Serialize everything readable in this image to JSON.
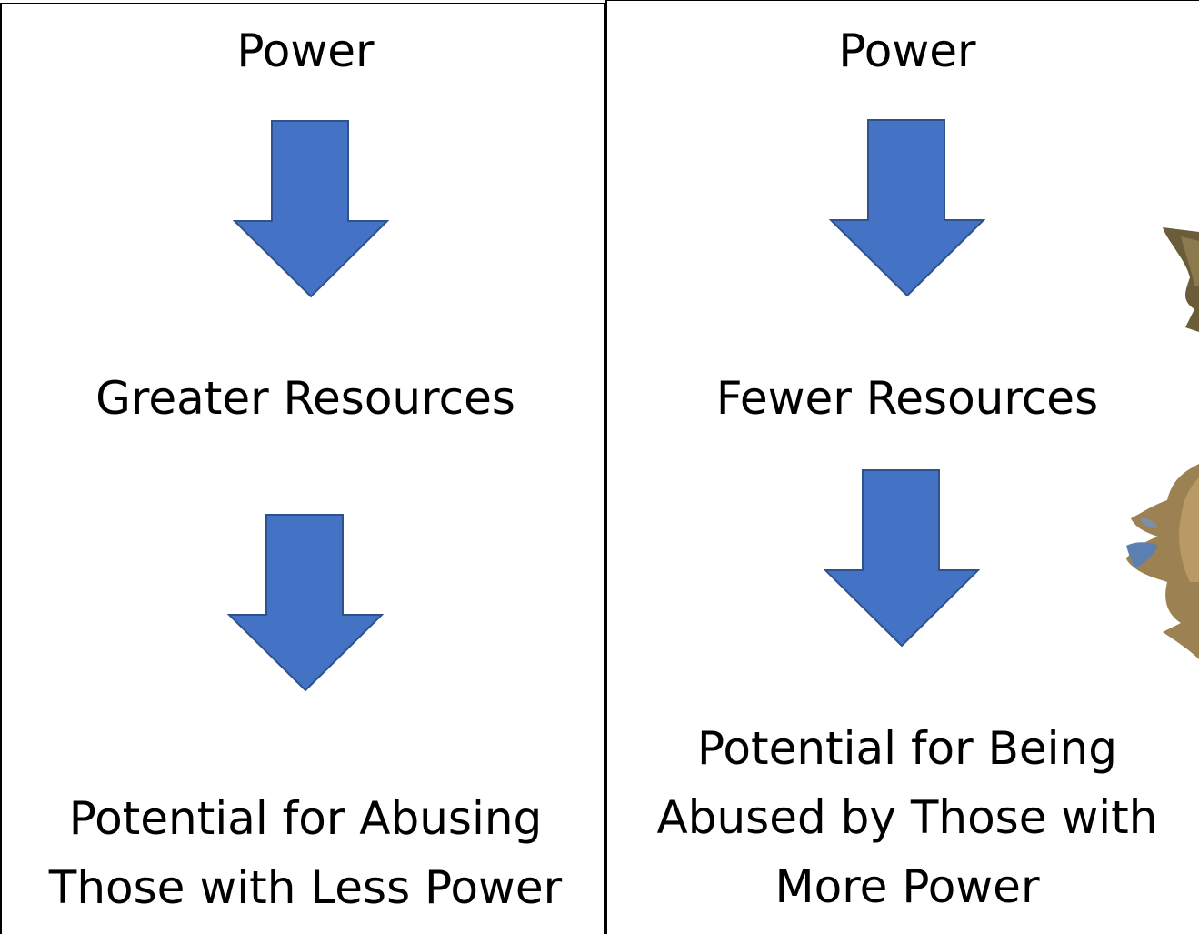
{
  "left_panel": {
    "title": "Power",
    "middle": "Greater Resources",
    "bottom_line1": "Potential for Abusing",
    "bottom_line2": "Those with Less Power"
  },
  "right_panel": {
    "title": "Power",
    "middle": "Fewer Resources",
    "bottom_line1": "Potential for Being",
    "bottom_line2": "Abused by Those with",
    "bottom_line3": "More Power"
  },
  "colors": {
    "arrow_fill": "#4472C4",
    "arrow_stroke": "#2F528F",
    "border": "#000000"
  },
  "icons": {
    "arrow": "down-arrow-icon",
    "tree_image": "tree-photo-fragment"
  }
}
